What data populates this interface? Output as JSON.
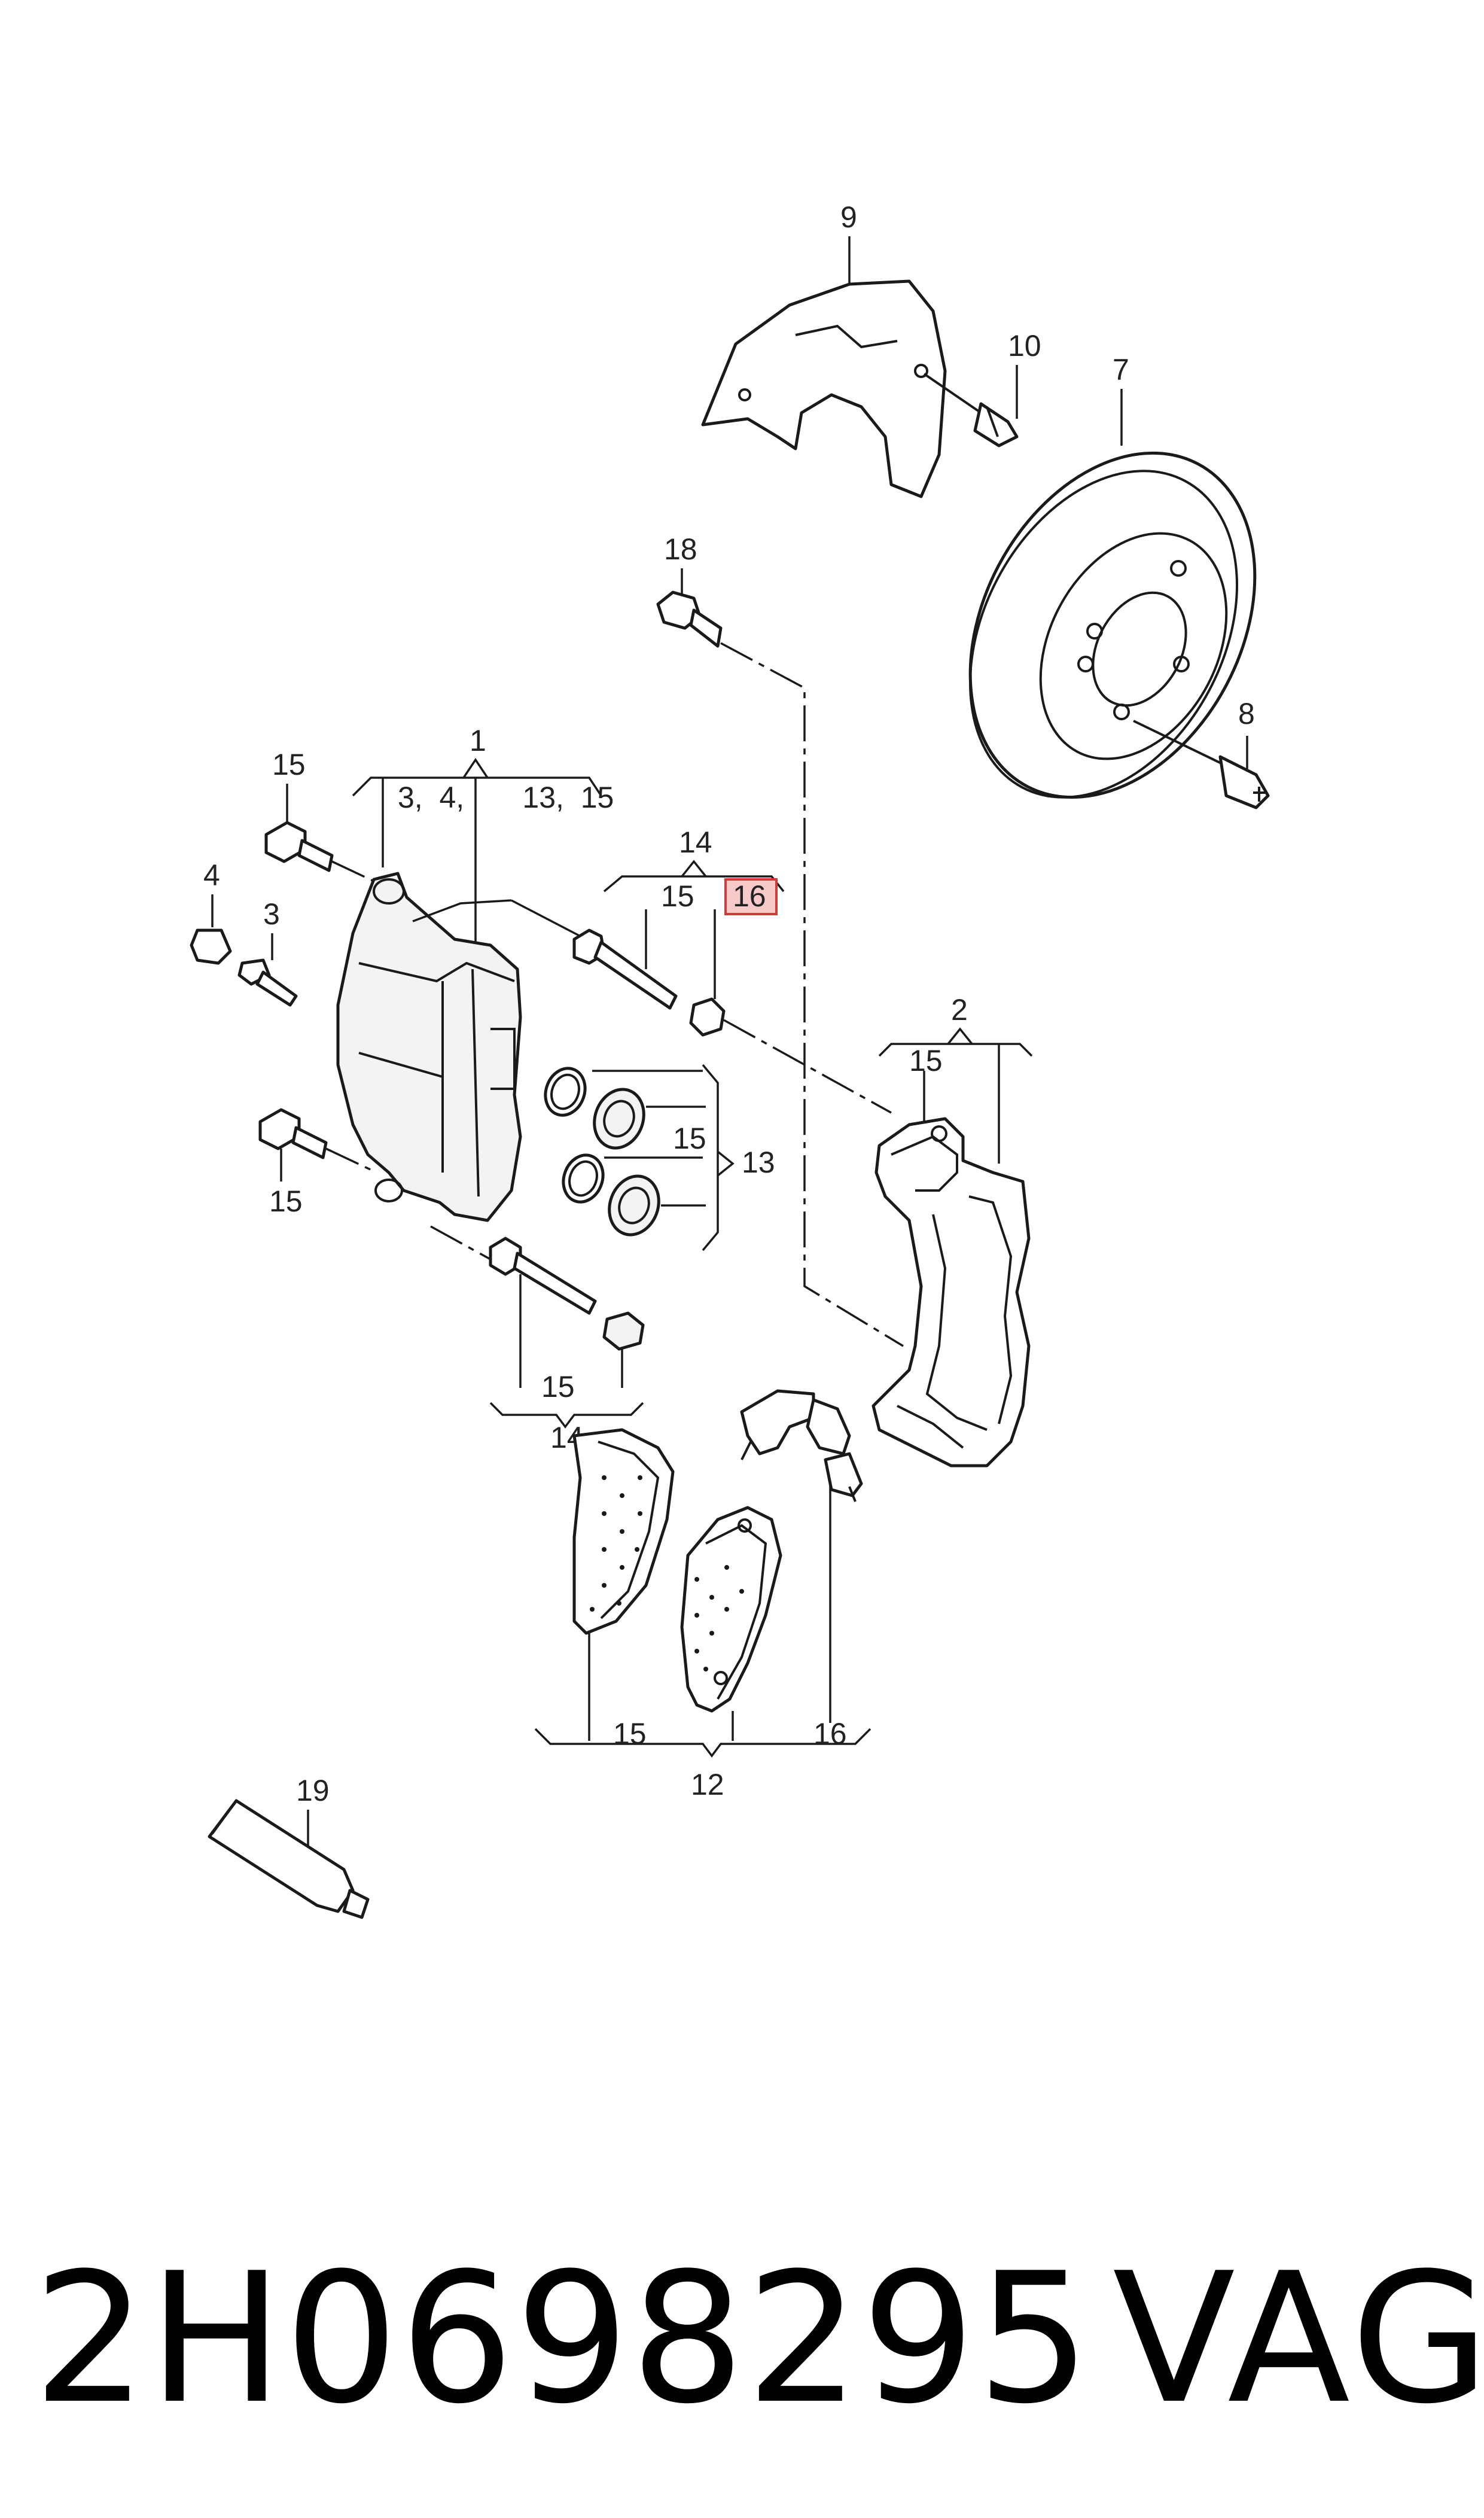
{
  "callouts": {
    "c1": "1",
    "c1_sub": "3,  4,       13,  15",
    "c2": "2",
    "c2_15": "15",
    "c3": "3",
    "c4": "4",
    "c7": "7",
    "c8": "8",
    "c9": "9",
    "c10": "10",
    "c12": "12",
    "c12_15": "15",
    "c12_16": "16",
    "c13": "13",
    "c13_15": "15",
    "c14_top": "14",
    "c14_top_15": "15",
    "c14_top_16": "16",
    "c14_bottom": "14",
    "c14_bottom_15": "15",
    "c15_top": "15",
    "c15_bottom": "15",
    "c18": "18",
    "c19": "19"
  },
  "footer": {
    "part_number": "2H0698295",
    "brand": "VAG"
  },
  "colors": {
    "line": "#1a1a1a",
    "highlight_fill": "#f7caca",
    "highlight_stroke": "#d23a3a"
  }
}
